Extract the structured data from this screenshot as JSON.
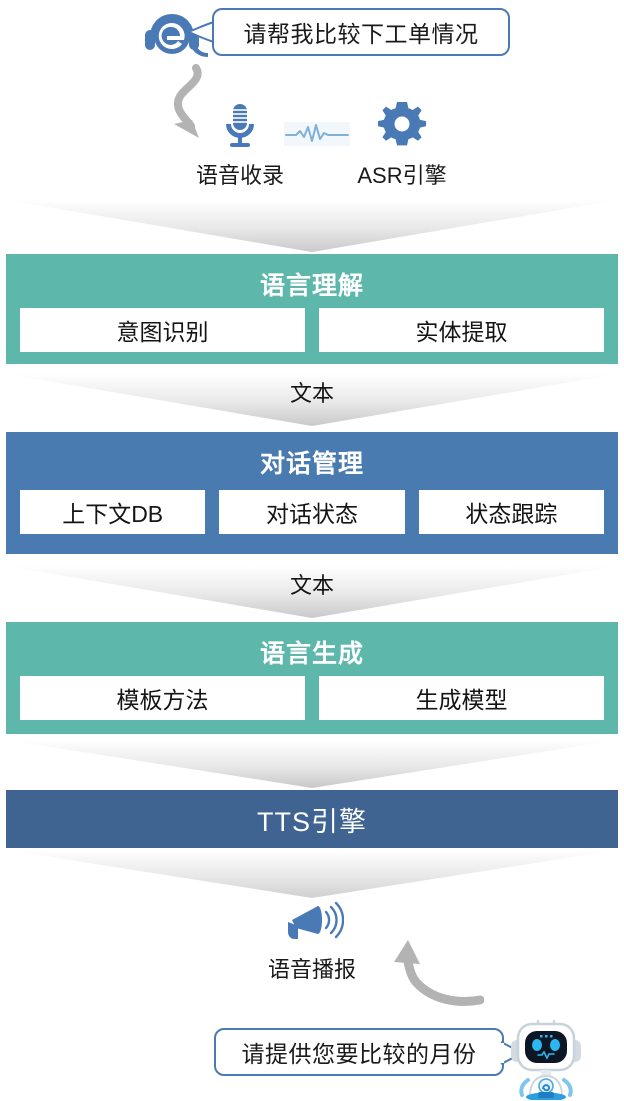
{
  "diagram": {
    "title": "Voice dialogue system pipeline",
    "colors": {
      "green": "#5DB8AB",
      "blue": "#4A7BB0",
      "dark_blue": "#3F6491",
      "bubble_border": "#4A7AB5",
      "icon_blue": "#4A7AB5",
      "arrow_gray": "#B3B3B3"
    }
  },
  "user_bubble": {
    "text": "请帮我比较下工单情况",
    "icon": "headset-icon"
  },
  "capture_row": {
    "items": [
      {
        "icon": "microphone-icon",
        "label": "语音收录"
      },
      {
        "icon": "waveform-icon",
        "label": ""
      },
      {
        "icon": "gear-icon",
        "label": "ASR引擎"
      }
    ],
    "labels": [
      "语音收录",
      "ASR引擎"
    ]
  },
  "stages": [
    {
      "id": "nlu",
      "title": "语言理解",
      "color": "#5DB8AB",
      "boxes": [
        "意图识别",
        "实体提取"
      ]
    },
    {
      "id": "dm",
      "title": "对话管理",
      "color": "#4A7BB0",
      "boxes": [
        "上下文DB",
        "对话状态",
        "状态跟踪"
      ]
    },
    {
      "id": "nlg",
      "title": "语言生成",
      "color": "#5DB8AB",
      "boxes": [
        "模板方法",
        "生成模型"
      ]
    }
  ],
  "connectors": [
    {
      "id": "conn-1",
      "label": "文本"
    },
    {
      "id": "conn-2",
      "label": "文本"
    },
    {
      "id": "conn-3",
      "label": ""
    },
    {
      "id": "conn-4",
      "label": ""
    }
  ],
  "tts": {
    "title": "TTS引擎"
  },
  "output": {
    "icon": "megaphone-icon",
    "label": "语音播报"
  },
  "bot_bubble": {
    "text": "请提供您要比较的月份",
    "icon": "robot-icon"
  }
}
